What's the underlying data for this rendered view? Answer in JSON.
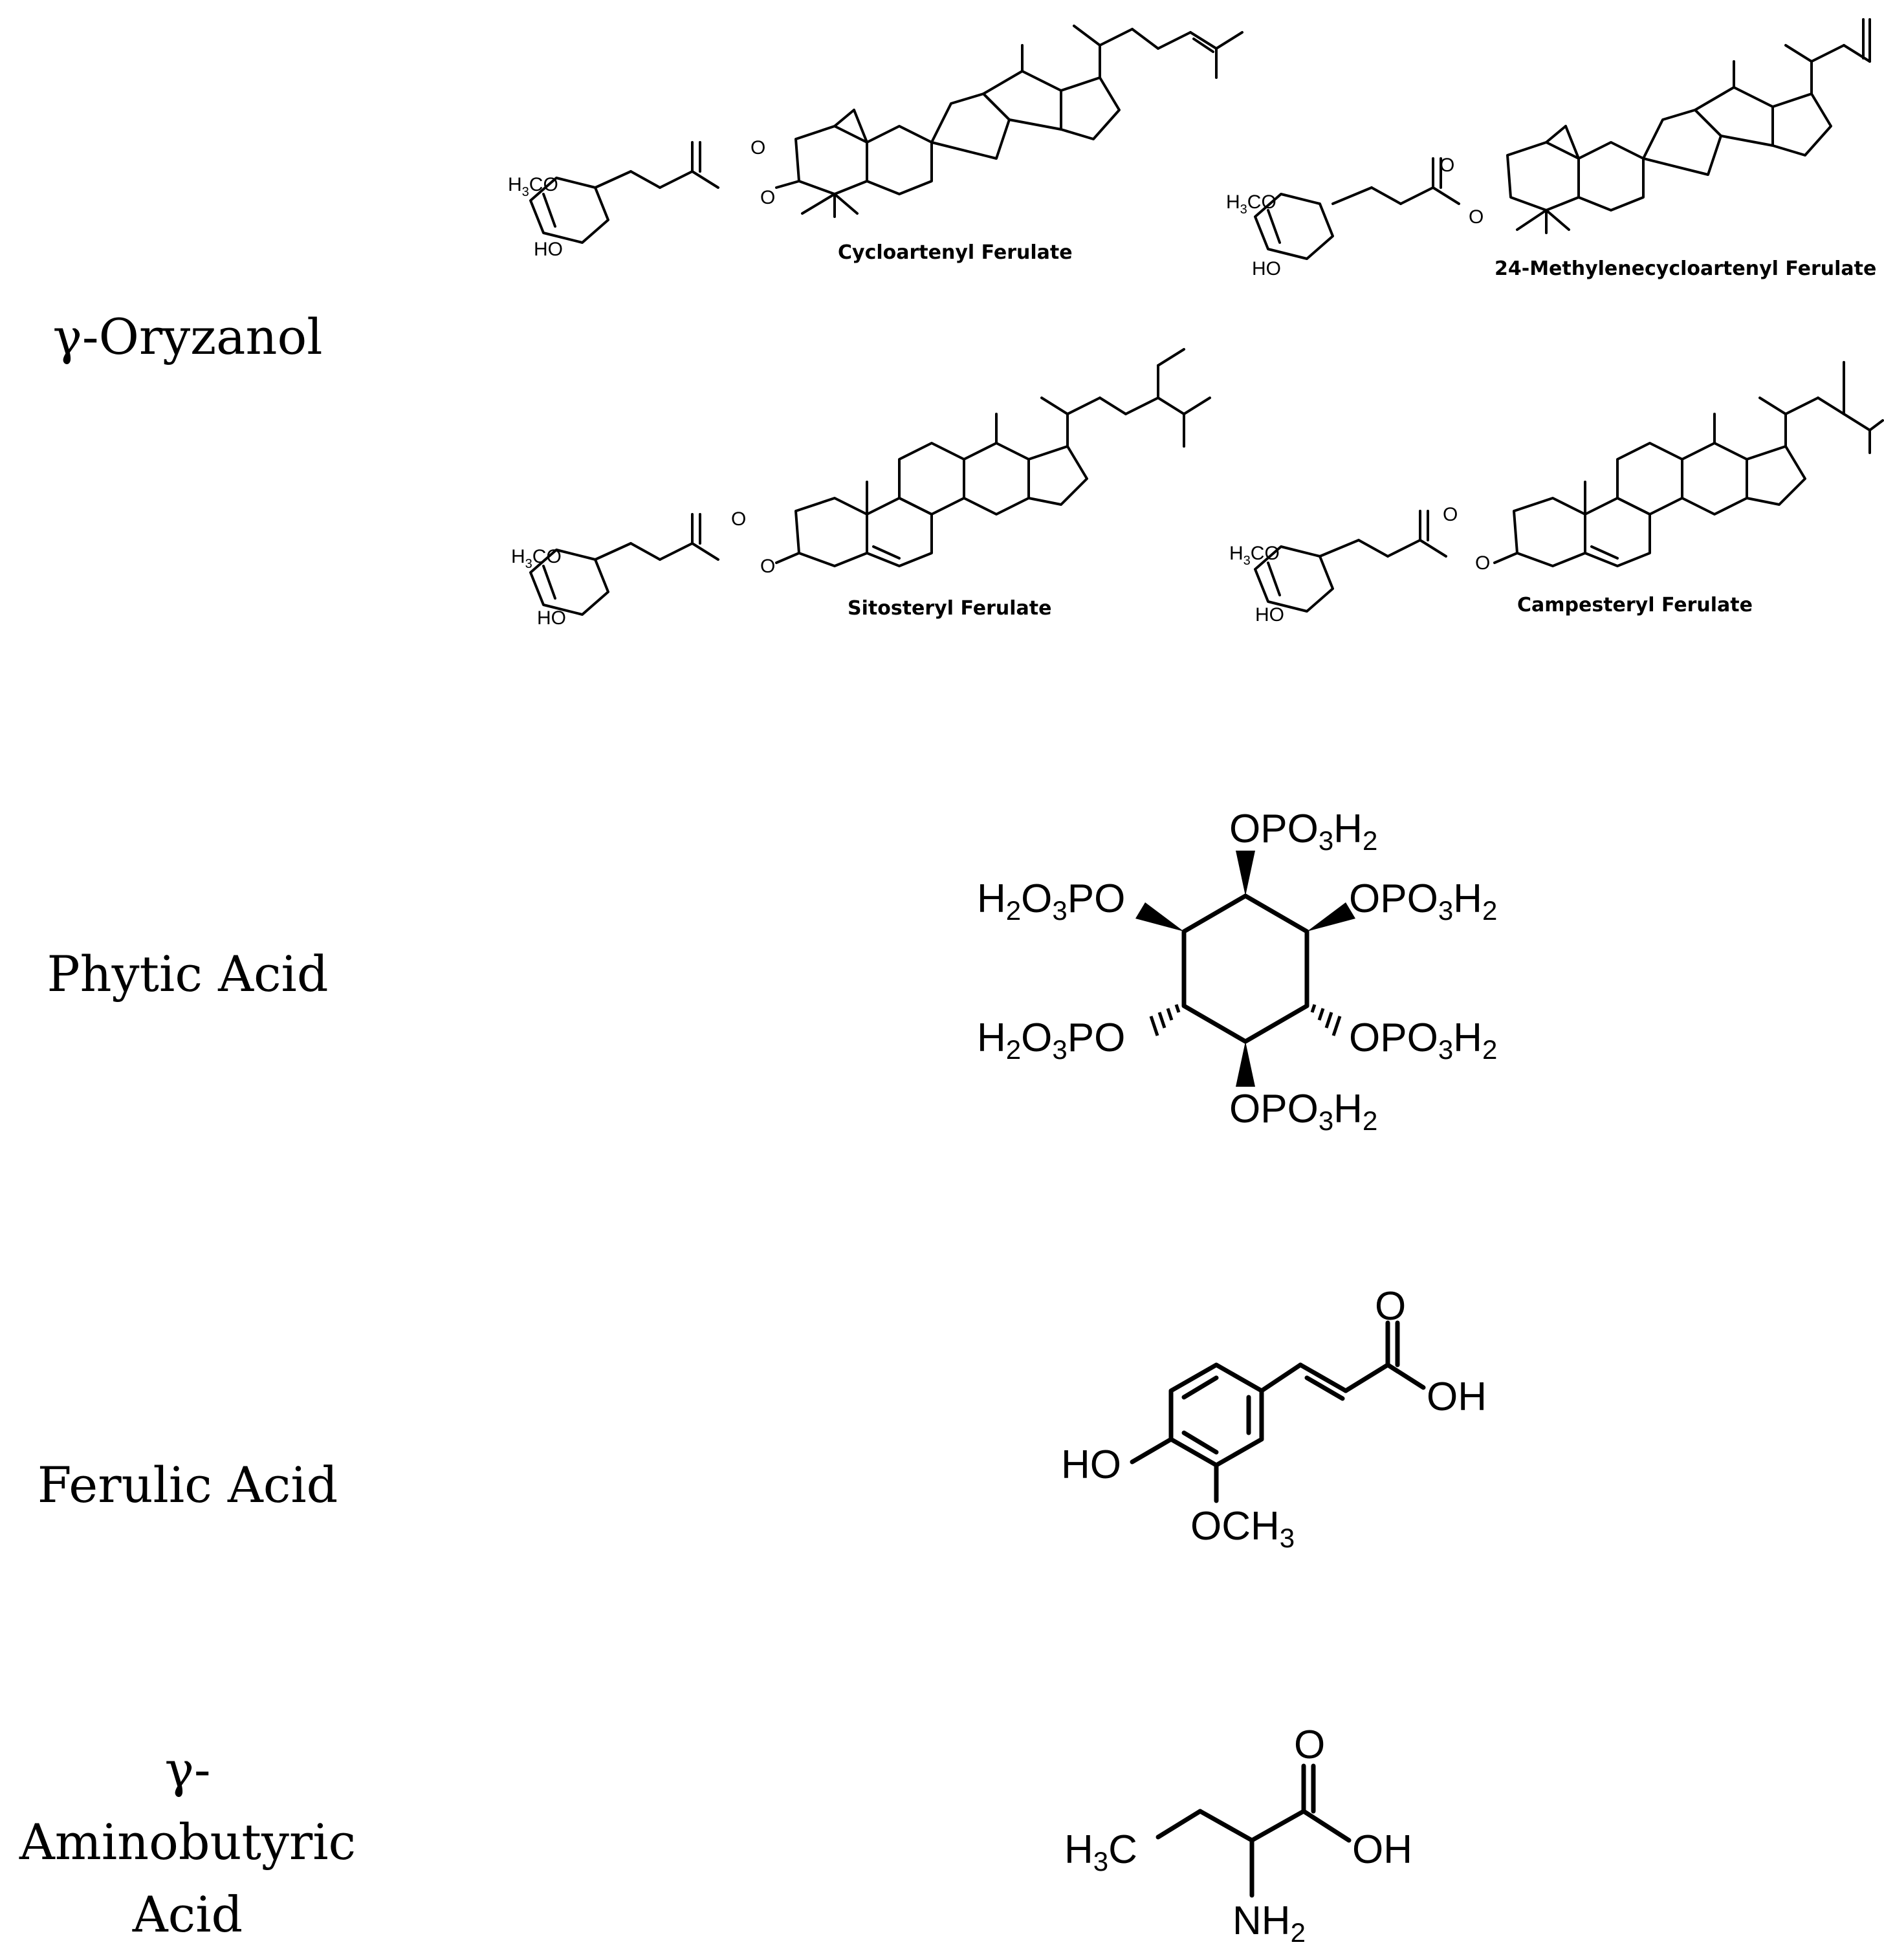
{
  "rows": {
    "oryzanol": {
      "label": "γ-Oryzanol",
      "compounds": [
        {
          "name": "Cycloartenyl Ferulate"
        },
        {
          "name": "24-Methylenecycloartenyl Ferulate"
        },
        {
          "name": "Sitosteryl Ferulate"
        },
        {
          "name": "Campesteryl Ferulate"
        }
      ],
      "atoms": {
        "methoxy": "H3CO",
        "hydroxy": "HO",
        "ester_o": "O",
        "carbonyl_o": "O"
      }
    },
    "phytic": {
      "label": "Phytic Acid",
      "atoms": {
        "top": "OPO3H2",
        "upper_left": "H2O3PO",
        "upper_right": "OPO3H2",
        "lower_left": "H2O3PO",
        "lower_right": "OPO3H2",
        "bottom": "OPO3H2"
      }
    },
    "ferulic": {
      "label": "Ferulic Acid",
      "atoms": {
        "carbonyl_o": "O",
        "acid": "OH",
        "hydroxy": "HO",
        "methoxy": "OCH3"
      }
    },
    "gaba": {
      "label_line1": "γ-",
      "label_line2": "Aminobutyric",
      "label_line3": "Acid",
      "atoms": {
        "methyl": "H3C",
        "carbonyl_o": "O",
        "acid": "OH",
        "amine": "NH2"
      }
    }
  }
}
